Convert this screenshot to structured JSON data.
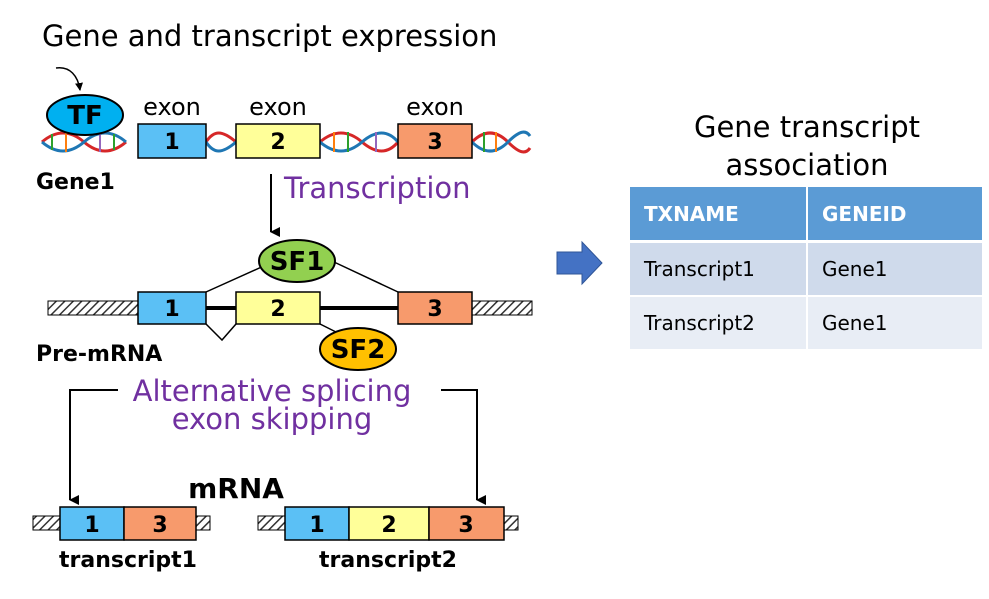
{
  "title": "Gene and transcript expression",
  "gene": {
    "tf_label": "TF",
    "exon_word": "exon",
    "exons": [
      "1",
      "2",
      "3"
    ],
    "name": "Gene1"
  },
  "transcription_label": "Transcription",
  "pre_mrna": {
    "sf1": "SF1",
    "sf2": "SF2",
    "exons": [
      "1",
      "2",
      "3"
    ],
    "name": "Pre-mRNA"
  },
  "splicing_label": {
    "line1": "Alternative splicing",
    "line2": "exon skipping"
  },
  "mrna_label": "mRNA",
  "transcripts": [
    {
      "name": "transcript1",
      "exons": [
        "1",
        "3"
      ]
    },
    {
      "name": "transcript2",
      "exons": [
        "1",
        "2",
        "3"
      ]
    }
  ],
  "colors": {
    "exon1": "#5bc0f5",
    "exon2": "#ffff99",
    "exon3": "#f79a6c",
    "tf": "#00b0f0",
    "sf1": "#92d050",
    "sf2": "#ffc000",
    "purple_text": "#7030a0",
    "arrow_blue": "#4472c4",
    "table_header": "#5b9bd5"
  },
  "association": {
    "title_line1": "Gene transcript",
    "title_line2": "association",
    "headers": [
      "TXNAME",
      "GENEID"
    ],
    "rows": [
      [
        "Transcript1",
        "Gene1"
      ],
      [
        "Transcript2",
        "Gene1"
      ]
    ]
  }
}
